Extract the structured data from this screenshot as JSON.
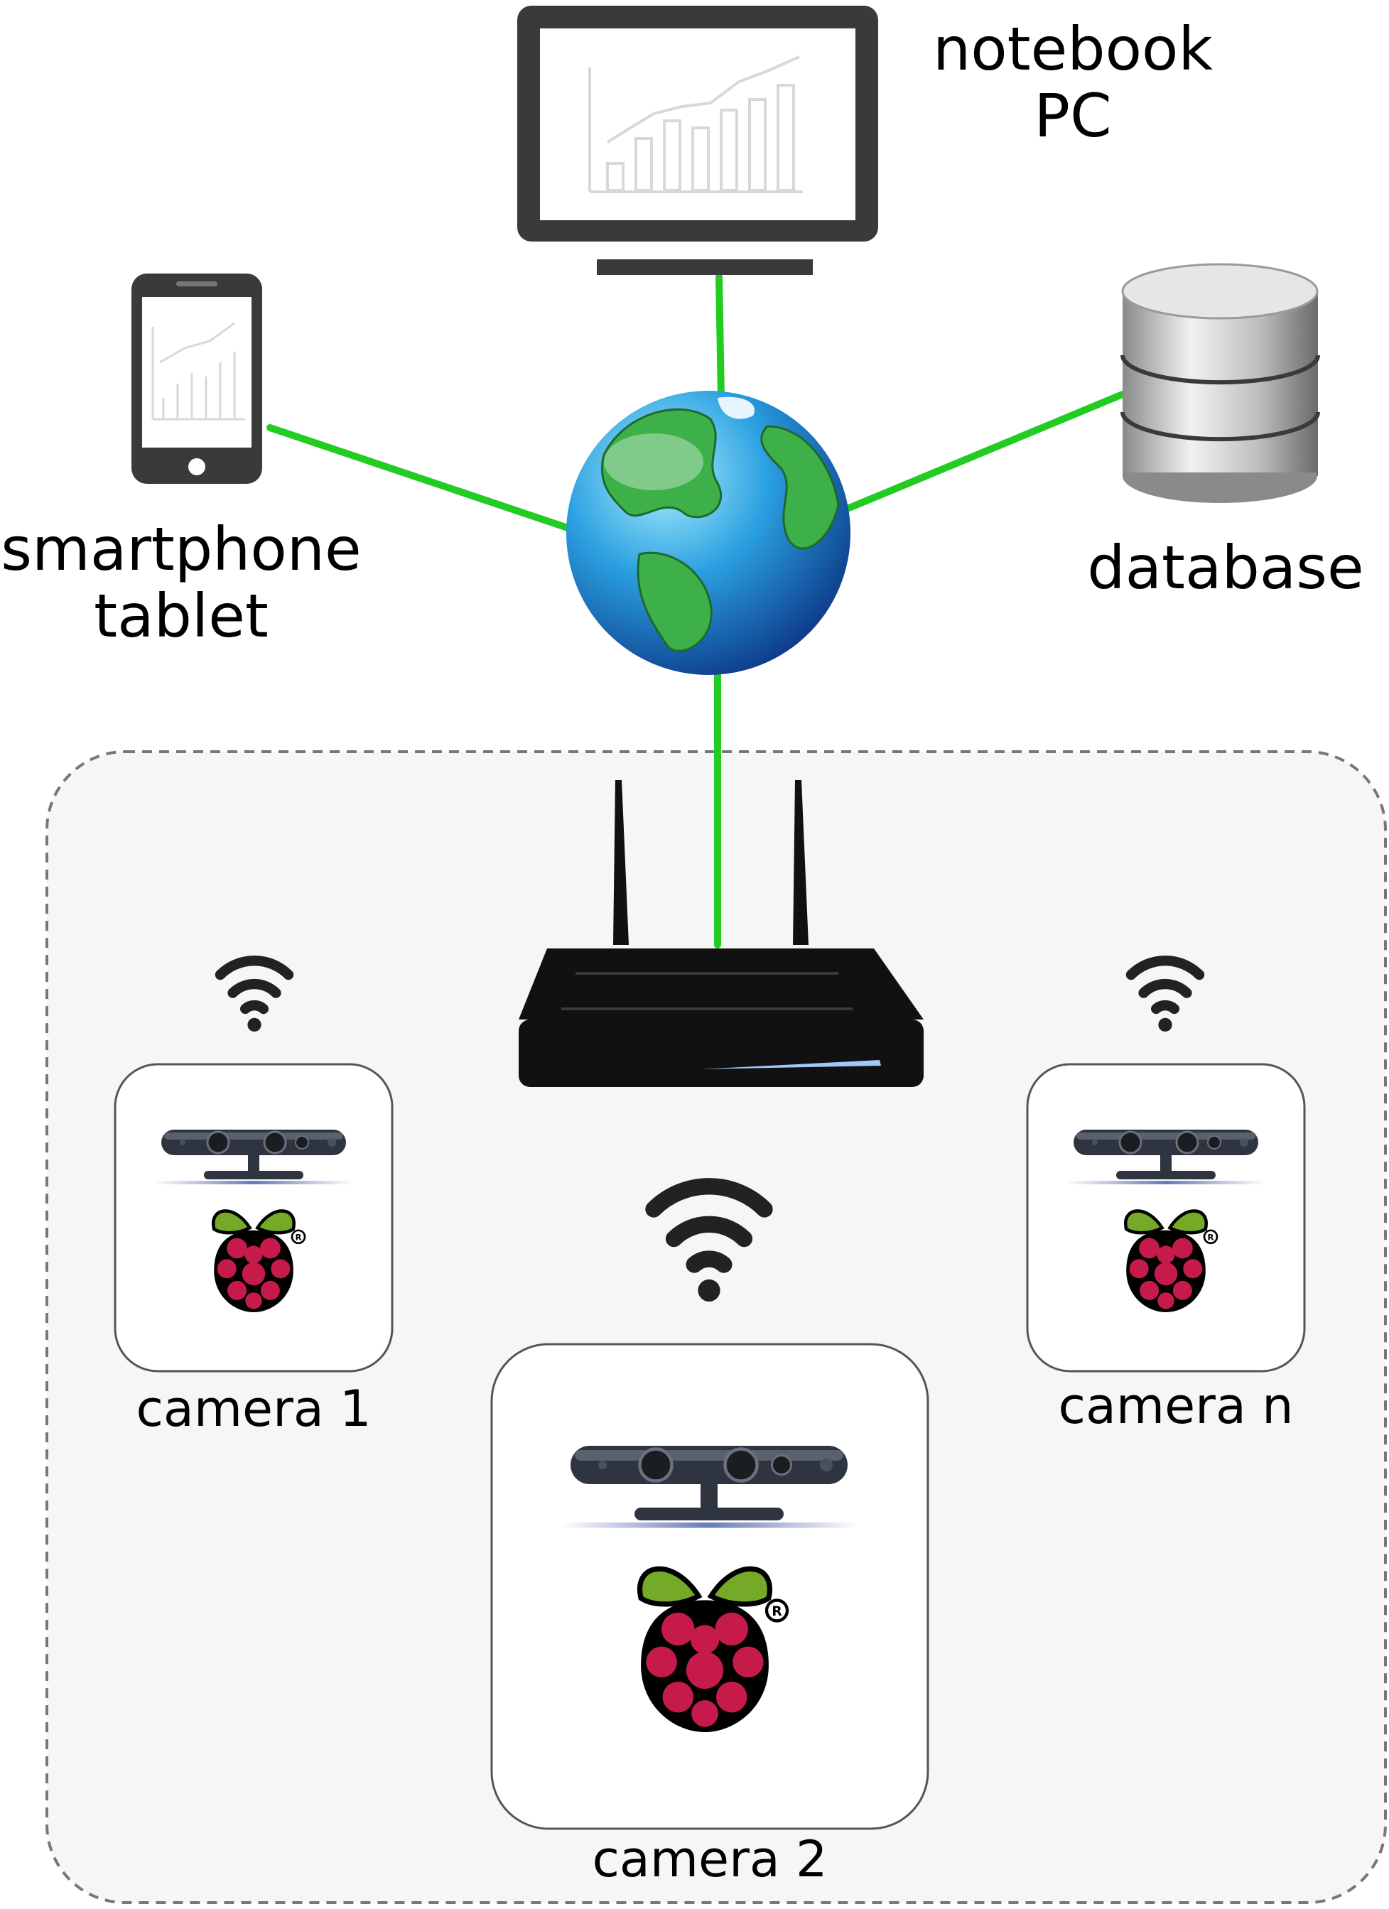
{
  "labels": {
    "notebook_line1": "notebook",
    "notebook_line2": "PC",
    "smartphone_line1": "smartphone",
    "smartphone_line2": "tablet",
    "database": "database",
    "camera1": "camera 1",
    "camera2": "camera 2",
    "cameran": "camera n"
  },
  "colors": {
    "link": "#22cc22",
    "device_dark": "#3a3a3a",
    "router": "#111111",
    "wifi": "#222222",
    "cluster_fill": "#f6f6f6",
    "cluster_border": "#777777",
    "raspberry_red": "#c51a4a",
    "raspberry_leaf": "#75a928"
  },
  "icons": [
    "monitor-icon",
    "smartphone-icon",
    "database-icon",
    "globe-icon",
    "router-icon",
    "wifi-icon",
    "depth-camera-icon",
    "raspberry-pi-icon"
  ]
}
